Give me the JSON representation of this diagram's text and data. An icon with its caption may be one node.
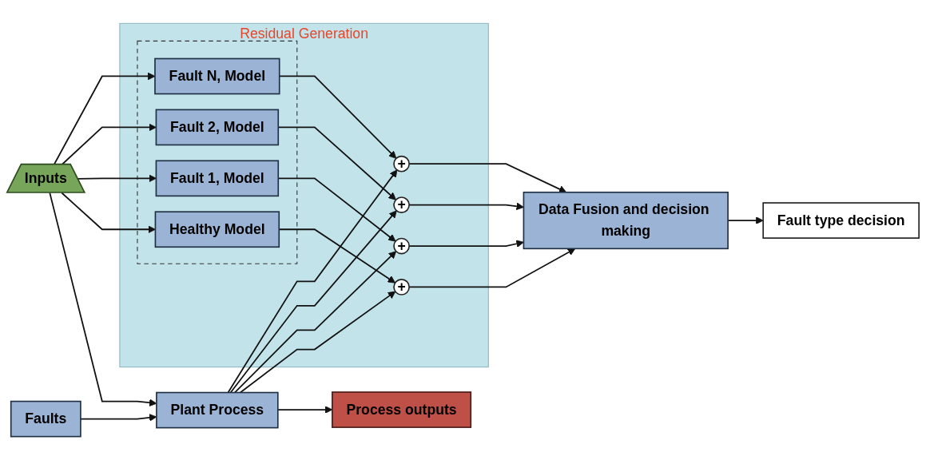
{
  "diagram": {
    "nodes": [
      {
        "text": [
          "Faults"
        ]
      },
      {
        "text": [
          "Inputs"
        ]
      },
      {
        "text": [
          "Plant Process"
        ]
      },
      {
        "text": [
          "Process outputs"
        ]
      },
      {
        "text": [
          "Residual Generation"
        ]
      },
      {
        "text": [],
        "shape": "box",
        "in": 4
      },
      {
        "text": [
          "Healthy Model"
        ],
        "in": 5
      },
      {
        "text": [
          "Fault 1, Model"
        ],
        "in": 5
      },
      {
        "text": [
          "Fault 2, Model"
        ],
        "in": 5
      },
      {
        "text": [
          "Fault N, Model"
        ],
        "in": 5
      },
      {
        "text": [
          "+"
        ],
        "in": 4
      },
      {
        "text": [
          "+"
        ],
        "in": 4
      },
      {
        "text": [
          "+"
        ],
        "in": 4
      },
      {
        "text": [
          "+"
        ],
        "in": 4
      },
      {
        "text": [
          "Data Fusion and decision making"
        ]
      },
      {
        "text": [
          "Fault type decision"
        ]
      }
    ],
    "edges": [
      {
        "from": 0,
        "to": 2,
        "arrow": "to"
      },
      {
        "from": 1,
        "to": 2,
        "arrow": "to"
      },
      {
        "from": 2,
        "to": 3,
        "arrow": "to"
      },
      {
        "from": 1,
        "to": 6,
        "arrow": "to"
      },
      {
        "from": 1,
        "to": 7,
        "arrow": "to"
      },
      {
        "from": 1,
        "to": 8,
        "arrow": "to"
      },
      {
        "from": 1,
        "to": 9,
        "arrow": "to"
      },
      {
        "from": 2,
        "to": 10,
        "arrow": "to"
      },
      {
        "from": 2,
        "to": 11,
        "arrow": "to"
      },
      {
        "from": 2,
        "to": 12,
        "arrow": "to"
      },
      {
        "from": 2,
        "to": 13,
        "arrow": "to"
      },
      {
        "from": 6,
        "to": 10,
        "arrow": "to"
      },
      {
        "from": 7,
        "to": 11,
        "arrow": "to"
      },
      {
        "from": 8,
        "to": 12,
        "arrow": "to"
      },
      {
        "from": 9,
        "to": 13,
        "arrow": "to"
      },
      {
        "from": 10,
        "to": 14,
        "arrow": "to"
      },
      {
        "from": 11,
        "to": 14,
        "arrow": "to"
      },
      {
        "from": 12,
        "to": 14,
        "arrow": "to"
      },
      {
        "from": 13,
        "to": 14,
        "arrow": "to"
      },
      {
        "from": 14,
        "to": 15,
        "arrow": "to"
      }
    ]
  }
}
